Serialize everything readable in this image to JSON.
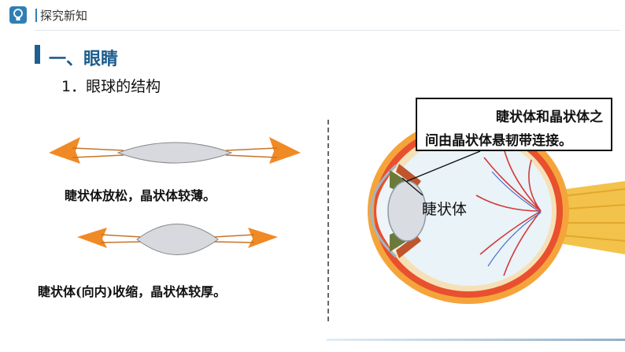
{
  "header": {
    "section_label": "探究新知",
    "logo_icon": "lightbulb-icon",
    "accent_color": "#1d5c8d"
  },
  "main": {
    "heading": "一、眼睛",
    "subheading": "1．眼球的结构",
    "caption_relaxed": "睫状体放松，晶状体较薄。",
    "caption_contracted": "睫状体(向内)收缩，晶状体较厚。",
    "callout_line1": "睫状体和晶状体之",
    "callout_line2": "间由晶状体悬韧带连接。",
    "ciliary_label": "睫状体"
  }
}
